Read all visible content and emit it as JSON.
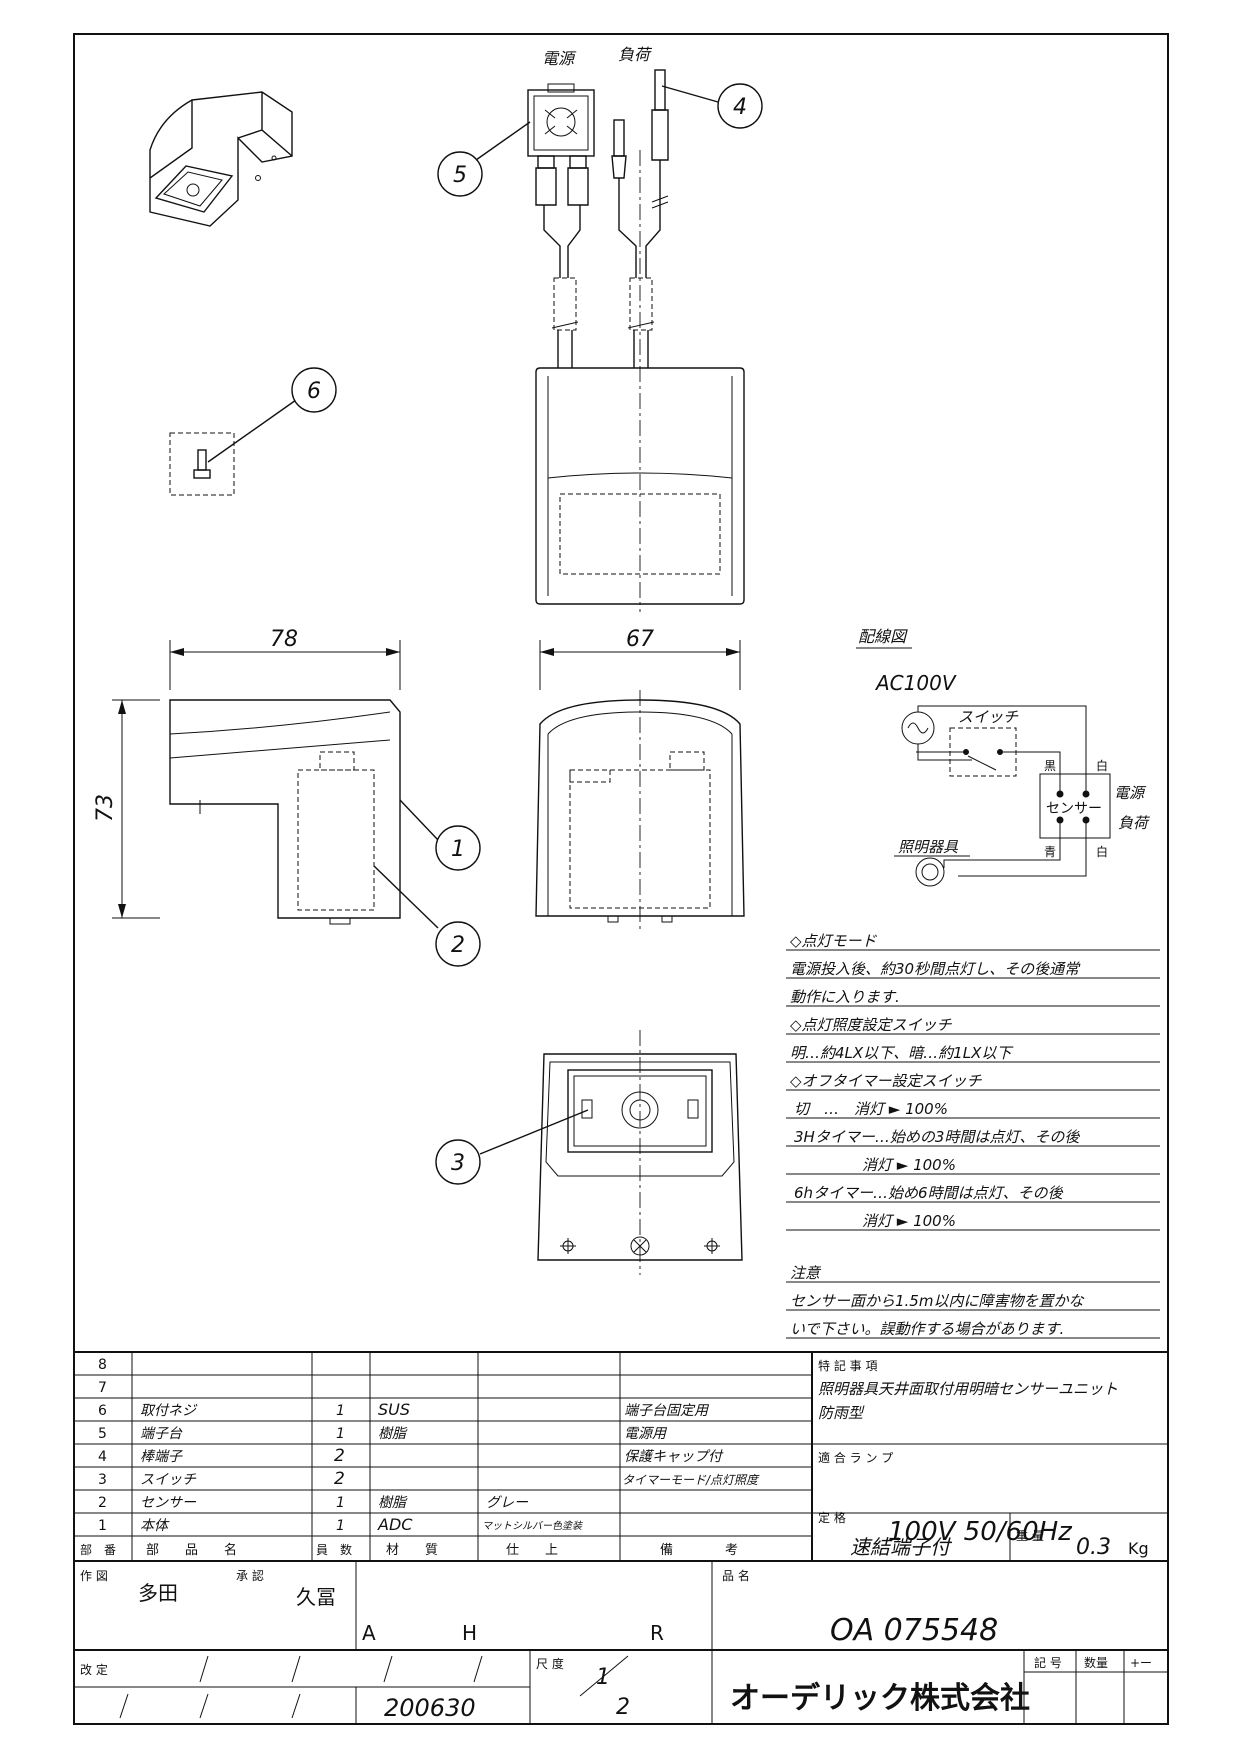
{
  "labels": {
    "power_top": "電源",
    "load_top": "負荷",
    "dim_width_side": "78",
    "dim_width_front": "67",
    "dim_height": "73"
  },
  "balloons": [
    "1",
    "2",
    "3",
    "4",
    "5",
    "6"
  ],
  "wiring": {
    "title": "配線図",
    "voltage": "AC100V",
    "switch": "スイッチ",
    "black": "黒",
    "white1": "白",
    "white2": "白",
    "blue": "青",
    "sensor": "センサー",
    "power": "電源",
    "load": "負荷",
    "fixture": "照明器具"
  },
  "notes": {
    "lines": [
      "◇点灯モード",
      "電源投入後、約30秒間点灯し、その後通常",
      "動作に入ります.",
      "◇点灯照度設定スイッチ",
      "明…約4LX以下、暗…約1LX以下",
      "◇オフタイマー設定スイッチ",
      "切　…　消灯 ► 100%",
      "3Hタイマー…始めの3時間は点灯、その後",
      "消灯 ► 100%",
      "6hタイマー…始め6時間は点灯、その後",
      "消灯 ► 100%"
    ],
    "caution_title": "注意",
    "caution": [
      "センサー面から1.5m以内に障害物を置かな",
      "いで下さい。誤動作する場合があります."
    ]
  },
  "parts_table": {
    "rows": [
      {
        "no": "8",
        "name": "",
        "qty": "",
        "material": "",
        "finish": "",
        "remark": ""
      },
      {
        "no": "7",
        "name": "",
        "qty": "",
        "material": "",
        "finish": "",
        "remark": ""
      },
      {
        "no": "6",
        "name": "取付ネジ",
        "qty": "1",
        "material": "SUS",
        "finish": "",
        "remark": "端子台固定用"
      },
      {
        "no": "5",
        "name": "端子台",
        "qty": "1",
        "material": "樹脂",
        "finish": "",
        "remark": "電源用"
      },
      {
        "no": "4",
        "name": "棒端子",
        "qty": "2",
        "material": "",
        "finish": "",
        "remark": "保護キャップ付"
      },
      {
        "no": "3",
        "name": "スイッチ",
        "qty": "2",
        "material": "",
        "finish": "",
        "remark": "タイマーモード/点灯照度"
      },
      {
        "no": "2",
        "name": "センサー",
        "qty": "1",
        "material": "樹脂",
        "finish": "グレー",
        "remark": ""
      },
      {
        "no": "1",
        "name": "本体",
        "qty": "1",
        "material": "ADC",
        "finish": "マットシルバー色塗装",
        "remark": ""
      }
    ],
    "header": {
      "no": "部　番",
      "name": "部　　品　　名",
      "qty": "員　数",
      "material": "材　　質",
      "finish": "仕　　上",
      "remark": "備　　　　考"
    }
  },
  "specs": {
    "special_label": "特 記 事 項",
    "special_1": "照明器具天井面取付用明暗センサーユニット",
    "special_2": "防雨型",
    "lamp_label": "適 合 ラ ン プ",
    "rating_label": "定 格",
    "rating": "100V 50/60Hz",
    "terminal": "速結端子付",
    "weight_label": "重 量",
    "weight_value": "0.3",
    "weight_unit": "Kg"
  },
  "title_block": {
    "drawn_label": "作 図",
    "drawn_name": "多田",
    "approved_label": "承 認",
    "approved_name": "久冨",
    "grade_a": "A",
    "grade_h": "H",
    "grade_r": "R",
    "product_label": "品 名",
    "product_no": "OA 075548",
    "revision_label": "改 定",
    "scale_label": "尺 度",
    "scale_num": "1",
    "scale_den": "2",
    "date": "200630",
    "company": "オーデリック株式会社",
    "symbol_label": "記 号",
    "qty_label": "数量",
    "plusminus": "+ー"
  }
}
